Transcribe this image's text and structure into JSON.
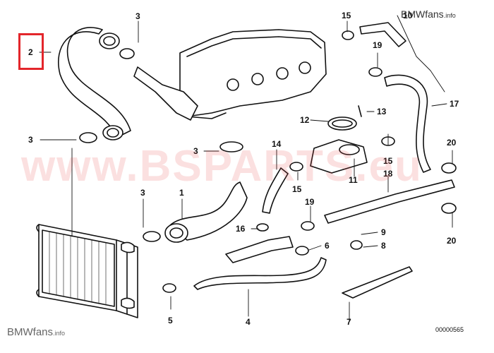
{
  "watermarks": {
    "top_brand": "BMWfans",
    "top_suffix": ".info",
    "center": "www.BSPARTS.eu",
    "bottom_brand": "BMWfans",
    "bottom_suffix": ".info"
  },
  "document_number": "00000565",
  "highlight_color": "#e3262b",
  "highlighted_part": "2",
  "callouts": [
    {
      "id": "2a",
      "label": "2"
    },
    {
      "id": "3a",
      "label": "3"
    },
    {
      "id": "3b",
      "label": "3"
    },
    {
      "id": "3c",
      "label": "3"
    },
    {
      "id": "3d",
      "label": "3"
    },
    {
      "id": "1",
      "label": "1"
    },
    {
      "id": "5",
      "label": "5"
    },
    {
      "id": "4",
      "label": "4"
    },
    {
      "id": "6",
      "label": "6"
    },
    {
      "id": "7",
      "label": "7"
    },
    {
      "id": "8",
      "label": "8"
    },
    {
      "id": "9",
      "label": "9"
    },
    {
      "id": "10",
      "label": "10"
    },
    {
      "id": "11",
      "label": "11"
    },
    {
      "id": "12",
      "label": "12"
    },
    {
      "id": "13",
      "label": "13"
    },
    {
      "id": "14",
      "label": "14"
    },
    {
      "id": "15a",
      "label": "15"
    },
    {
      "id": "15b",
      "label": "15"
    },
    {
      "id": "15c",
      "label": "15"
    },
    {
      "id": "16",
      "label": "16"
    },
    {
      "id": "17",
      "label": "17"
    },
    {
      "id": "18",
      "label": "18"
    },
    {
      "id": "19a",
      "label": "19"
    },
    {
      "id": "19b",
      "label": "19"
    },
    {
      "id": "20a",
      "label": "20"
    },
    {
      "id": "20b",
      "label": "20"
    }
  ]
}
